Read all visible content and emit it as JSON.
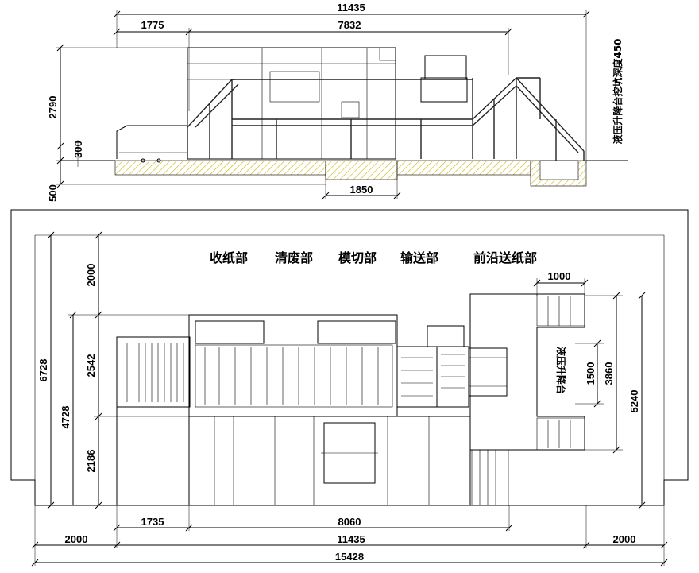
{
  "elevation": {
    "dims": {
      "overall_length": "11435",
      "feeder_offset": "1775",
      "machine_length": "7832",
      "height": "2790",
      "pit_step": "300",
      "pit_depth": "500",
      "pit_width": "1850"
    },
    "pit_note": "液压升降台挖坑深度450"
  },
  "plan": {
    "sections": [
      "收纸部",
      "清废部",
      "模切部",
      "输送部",
      "前沿送纸部"
    ],
    "dims": {
      "platform_width": "1000",
      "room_width": "6728",
      "top_clearance": "2000",
      "machine_width": "2542",
      "bottom_clearance": "2186",
      "overall_width_left": "4728",
      "lift_width": "1500",
      "lift_length": "3860",
      "feeder_length": "5240",
      "delivery_length": "1735",
      "main_length": "8060",
      "left_clear": "2000",
      "total_machine": "11435",
      "right_clear": "2000",
      "room_length": "15428"
    },
    "lift_label": "液压升降台"
  }
}
